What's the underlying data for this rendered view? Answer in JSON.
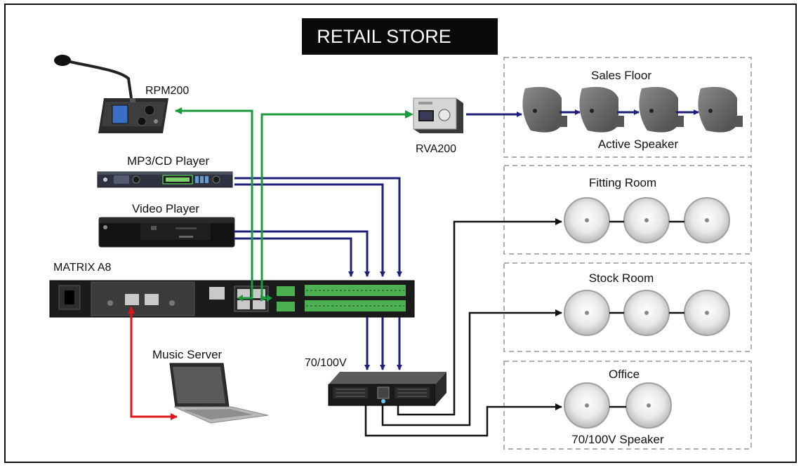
{
  "title": "RETAIL STORE",
  "devices": {
    "rpm200": "RPM200",
    "mp3cd": "MP3/CD Player",
    "video": "Video Player",
    "matrix": "MATRIX A8",
    "music_server": "Music Server",
    "rva200": "RVA200",
    "amp": "70/100V"
  },
  "zones": {
    "sales_floor": "Sales Floor",
    "sales_floor_caption": "Active Speaker",
    "fitting_room": "Fitting Room",
    "stock_room": "Stock Room",
    "office": "Office",
    "office_caption": "70/100V Speaker"
  },
  "colors": {
    "network": "#1a9a3c",
    "audio": "#1f1f7a",
    "dante": "#e0161b",
    "speaker_line": "#111111",
    "title_bg": "#0a0a0a"
  }
}
